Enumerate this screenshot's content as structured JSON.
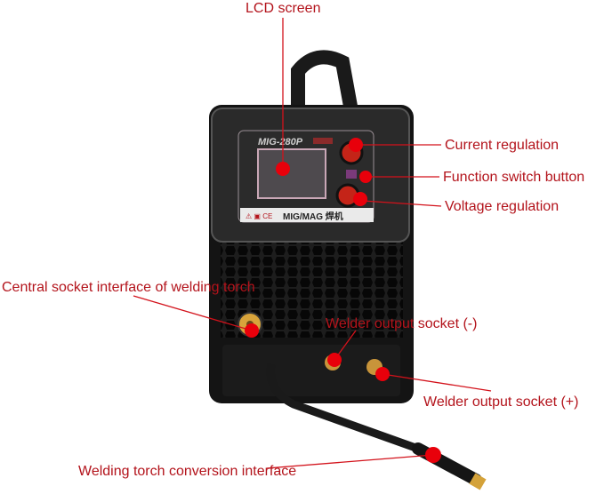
{
  "product": {
    "model": "MIG-280P",
    "panel_text": "MIG/MAG 焊机",
    "badge": "CE"
  },
  "colors": {
    "label": "#b3131b",
    "marker": "#e8000b",
    "body": "#141414"
  },
  "labels": {
    "lcd": "LCD screen",
    "current": "Current regulation",
    "function": "Function switch button",
    "voltage": "Voltage regulation",
    "central_socket": "Central socket interface of welding torch",
    "output_neg": "Welder output socket (-)",
    "output_pos": "Welder output socket (+)",
    "torch_conversion": "Welding torch conversion interface"
  }
}
